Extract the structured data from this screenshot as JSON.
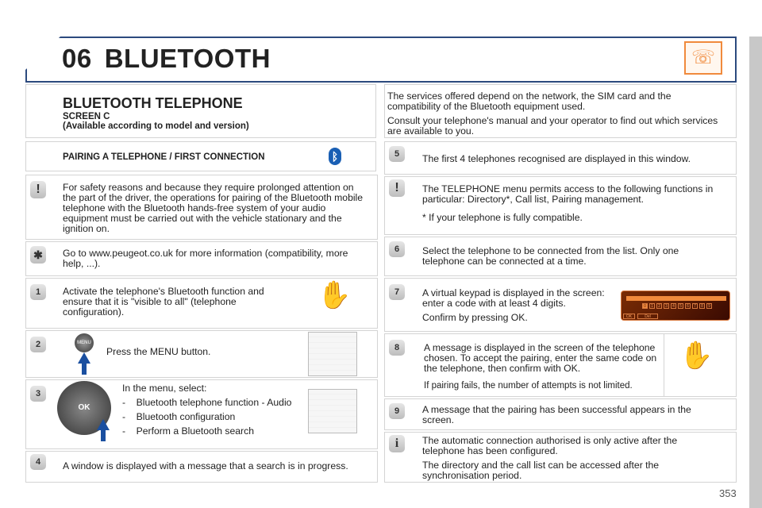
{
  "header": {
    "chapter": "06",
    "title": "BLUETOOTH",
    "icon": "bluetooth-phone-icon",
    "accent": "#f08a3c",
    "border": "#2c4a7e"
  },
  "screen": {
    "title": "BLUETOOTH TELEPHONE",
    "subtitle": "SCREEN C",
    "note": "(Available according to model and version)"
  },
  "services": [
    "The services offered depend on the network, the SIM card and the compatibility of the Bluetooth equipment used.",
    "Consult your telephone's manual and your operator to find out which services are available to you."
  ],
  "pairing": {
    "title": "PAIRING A TELEPHONE / FIRST CONNECTION",
    "icon": "bluetooth-icon"
  },
  "safety": "For safety reasons and because they require prolonged attention on the part of the driver, the operations for pairing of the Bluetooth mobile telephone with the Bluetooth hands-free system of your audio equipment must be carried out with the vehicle stationary and the ignition on.",
  "website": "Go to www.peugeot.co.uk for more information (compatibility, more help, ...).",
  "steps": {
    "s1": {
      "num": "1",
      "text": "Activate the telephone's Bluetooth function and ensure that it is \"visible to all\" (telephone configuration)."
    },
    "s2": {
      "num": "2",
      "text": "Press the MENU button.",
      "button": "MENU"
    },
    "s3": {
      "num": "3",
      "intro": "In the menu, select:",
      "items": [
        "Bluetooth telephone function - Audio",
        "Bluetooth configuration",
        "Perform a Bluetooth search"
      ],
      "button": "OK"
    },
    "s4": {
      "num": "4",
      "text": "A window is displayed with a message that a search is in progress."
    },
    "s5": {
      "num": "5",
      "text": "The first 4 telephones recognised are displayed in this window."
    },
    "menu": {
      "text": "The TELEPHONE menu permits access to the following functions in particular: Directory*, Call list, Pairing management.",
      "note": "* If your telephone is fully compatible."
    },
    "s6": {
      "num": "6",
      "text": "Select the telephone to be connected from the list. Only one telephone can be connected at a time."
    },
    "s7": {
      "num": "7",
      "text": "A virtual keypad is displayed in the screen: enter a code with at least 4 digits.",
      "confirm": "Confirm by pressing OK.",
      "keys": [
        "0",
        "1",
        "2",
        "3",
        "4",
        "5",
        "6",
        "7",
        "8",
        "9"
      ],
      "ok": "OK",
      "del": "Del"
    },
    "s8": {
      "num": "8",
      "text": "A message is displayed in the screen of the telephone chosen. To accept the pairing, enter the same code on the telephone, then confirm with OK.",
      "note": "If pairing fails, the number of attempts is not limited."
    },
    "s9": {
      "num": "9",
      "text": "A message that the pairing has been successful appears in the screen."
    },
    "info": [
      "The automatic connection authorised is only active after the telephone has been configured.",
      "The directory and the call list can be accessed after the synchronisation period."
    ]
  },
  "page_number": "353"
}
